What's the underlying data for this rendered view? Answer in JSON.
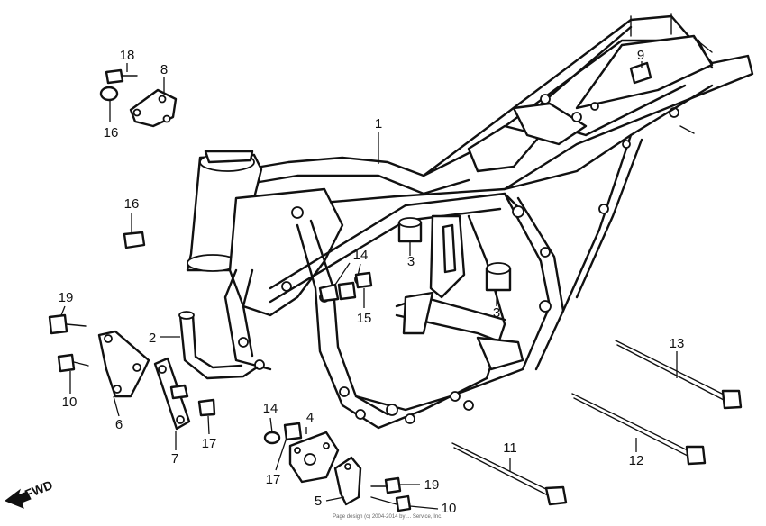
{
  "callouts": {
    "p1": "1",
    "p2": "2",
    "p3a": "3",
    "p3b": "3",
    "p4": "4",
    "p5": "5",
    "p6": "6",
    "p7": "7",
    "p8": "8",
    "p9": "9",
    "p10a": "10",
    "p10b": "10",
    "p11": "11",
    "p12": "12",
    "p13": "13",
    "p14a": "14",
    "p14b": "14",
    "p15": "15",
    "p16a": "16",
    "p16b": "16",
    "p17a": "17",
    "p17b": "17",
    "p18": "18",
    "p19a": "19",
    "p19b": "19"
  },
  "direction_label": "FWD",
  "footer_text": "Page design (c) 2004-2014 by ... Service, Inc."
}
